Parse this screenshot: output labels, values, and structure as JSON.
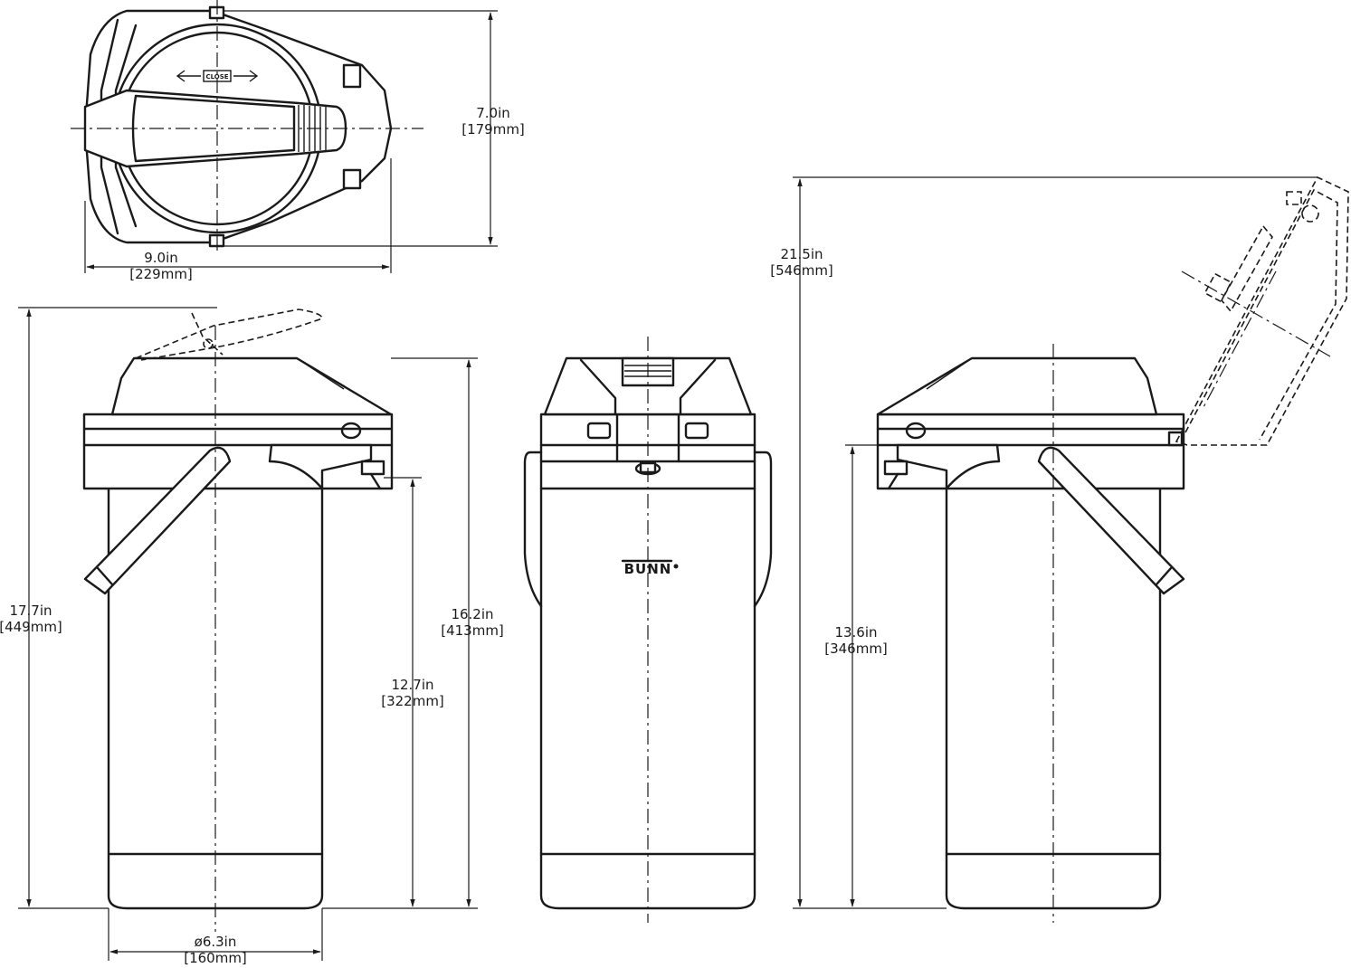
{
  "top_view": {
    "width_in": "9.0in",
    "width_mm": "[229mm]",
    "depth_in": "7.0in",
    "depth_mm": "[179mm]",
    "lid_marking": "CLOSE"
  },
  "side_view_closed": {
    "total_height_in": "17.7in",
    "total_height_mm": "[449mm]",
    "body_height_in": "16.2in",
    "body_height_mm": "[413mm]",
    "spout_height_in": "12.7in",
    "spout_height_mm": "[322mm]",
    "diameter_in": "ø6.3in",
    "diameter_mm": "[160mm]"
  },
  "front_view": {
    "brand": "BUNN"
  },
  "side_view_open": {
    "open_height_in": "21.5in",
    "open_height_mm": "[546mm]",
    "spout_height_in": "13.6in",
    "spout_height_mm": "[346mm]"
  }
}
